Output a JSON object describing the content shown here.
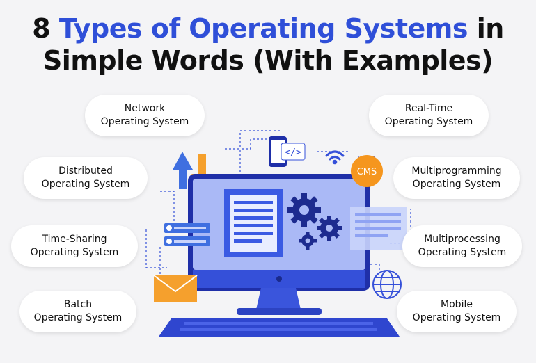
{
  "title": {
    "prefix": "8 ",
    "accent": "Types of Operating Systems",
    "suffix": " in",
    "line2": "Simple Words (With Examples)"
  },
  "types": {
    "network": {
      "line1": "Network",
      "line2": "Operating System"
    },
    "distributed": {
      "line1": "Distributed",
      "line2": "Operating System"
    },
    "time_sharing": {
      "line1": "Time-Sharing",
      "line2": "Operating System"
    },
    "batch": {
      "line1": "Batch",
      "line2": "Operating System"
    },
    "real_time": {
      "line1": "Real-Time",
      "line2": "Operating System"
    },
    "multiprogramming": {
      "line1": "Multiprogramming",
      "line2": "Operating System"
    },
    "multiprocessing": {
      "line1": "Multiprocessing",
      "line2": "Operating System"
    },
    "mobile": {
      "line1": "Mobile",
      "line2": "Operating System"
    }
  },
  "illustration": {
    "cms_label": "CMS",
    "code_label": "</>"
  },
  "colors": {
    "accent_blue": "#2f4fd8",
    "monitor_blue": "#3550d9",
    "orange": "#f5a02d"
  }
}
